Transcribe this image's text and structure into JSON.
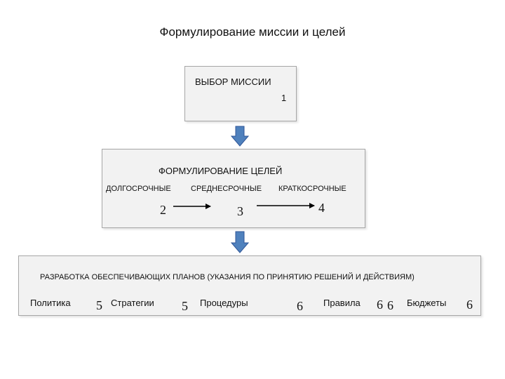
{
  "title": "Формулирование миссии и целей",
  "mission": {
    "label": "ВЫБОР МИССИИ",
    "number": "1"
  },
  "goals": {
    "label": "ФОРМУЛИРОВАНИЕ ЦЕЛЕЙ",
    "horizons": [
      {
        "label": "ДОЛГОСРОЧНЫЕ",
        "number": "2"
      },
      {
        "label": "СРЕДНЕСРОЧНЫЕ",
        "number": "3"
      },
      {
        "label": "КРАТКОСРОЧНЫЕ",
        "number": "4"
      }
    ]
  },
  "plans": {
    "label": "РАЗРАБОТКА ОБЕСПЕЧИВАЮЩИХ ПЛАНОВ (УКАЗАНИЯ ПО ПРИНЯТИЮ РЕШЕНИЙ И ДЕЙСТВИЯМ)",
    "items": [
      {
        "label": "Политика",
        "number": "5"
      },
      {
        "label": "Стратегии",
        "number": "5"
      },
      {
        "label": "Процедуры",
        "number": "6"
      },
      {
        "label": "Правила",
        "number": "6"
      },
      {
        "label": "",
        "number": "6"
      },
      {
        "label": "Бюджеты",
        "number": "6"
      }
    ]
  },
  "colors": {
    "down_arrow_fill": "#4f81bd",
    "down_arrow_stroke": "#2f5597",
    "box_fill": "#f2f2f2",
    "box_border": "#a6a6a6"
  }
}
